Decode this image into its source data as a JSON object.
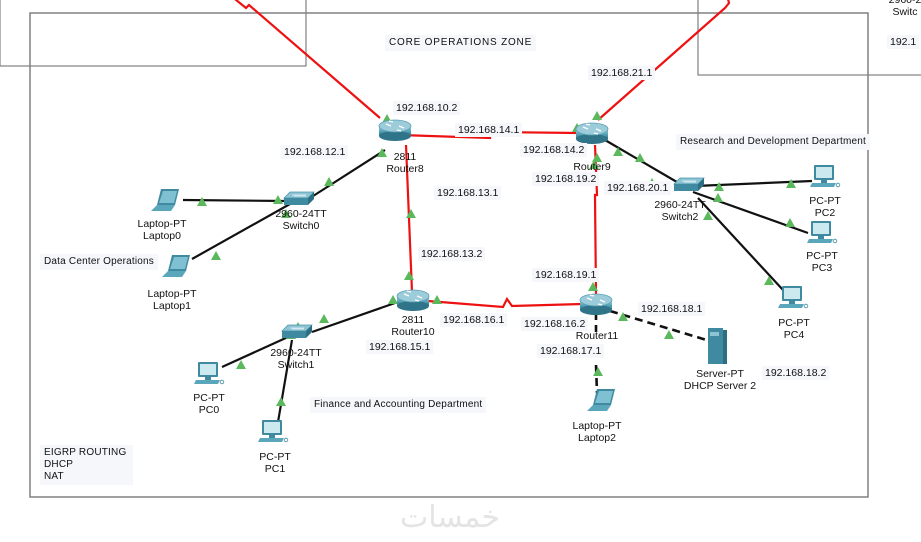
{
  "zones": {
    "core_title": "CORE OPERATIONS ZONE",
    "data_center": "Data Center Operations",
    "finance": "Finance and Accounting Department",
    "research": "Research and Development Department"
  },
  "notes": [
    "EIGRP ROUTING",
    "DHCP",
    "NAT"
  ],
  "offscreen_partial": {
    "switch_model": "2960-2",
    "switch_name": "Switc",
    "ip": "192.1"
  },
  "devices": {
    "router8": {
      "model": "2811",
      "name": "Router8"
    },
    "router9": {
      "model": "2811",
      "name": "Router9"
    },
    "router10": {
      "model": "2811",
      "name": "Router10"
    },
    "router11": {
      "model": "2811",
      "name": "Router11"
    },
    "switch0": {
      "model": "2960-24TT",
      "name": "Switch0"
    },
    "switch1": {
      "model": "2960-24TT",
      "name": "Switch1"
    },
    "switch2": {
      "model": "2960-24TT",
      "name": "Switch2"
    },
    "laptop0": {
      "model": "Laptop-PT",
      "name": "Laptop0"
    },
    "laptop1": {
      "model": "Laptop-PT",
      "name": "Laptop1"
    },
    "laptop2": {
      "model": "Laptop-PT",
      "name": "Laptop2"
    },
    "pc0": {
      "model": "PC-PT",
      "name": "PC0"
    },
    "pc1": {
      "model": "PC-PT",
      "name": "PC1"
    },
    "pc2": {
      "model": "PC-PT",
      "name": "PC2"
    },
    "pc3": {
      "model": "PC-PT",
      "name": "PC3"
    },
    "pc4": {
      "model": "PC-PT",
      "name": "PC4"
    },
    "server": {
      "model": "Server-PT",
      "name": "DHCP Server 2"
    }
  },
  "ips": {
    "r8_up": "192.168.10.2",
    "r8_sw0": "192.168.12.1",
    "r8_r9": "192.168.14.1",
    "r9_r8": "192.168.14.2",
    "r9_up": "192.168.21.1",
    "r8_r10": "192.168.13.1",
    "r10_r8": "192.168.13.2",
    "r9_r11": "192.168.19.2",
    "r11_r9": "192.168.19.1",
    "r9_sw2": "192.168.20.1",
    "r10_r11": "192.168.16.1",
    "r11_r10": "192.168.16.2",
    "r10_sw1": "192.168.15.1",
    "r11_laptop2": "192.168.17.1",
    "r11_server": "192.168.18.1",
    "server_ip": "192.168.18.2"
  },
  "colors": {
    "serial_link": "#ee1111",
    "ethernet_link": "#111111",
    "link_up": "#5cb85c",
    "device": "#3a8aa0",
    "zone_border": "#808080",
    "label_bg": "#f6f7fb"
  },
  "watermark": "خمسات"
}
